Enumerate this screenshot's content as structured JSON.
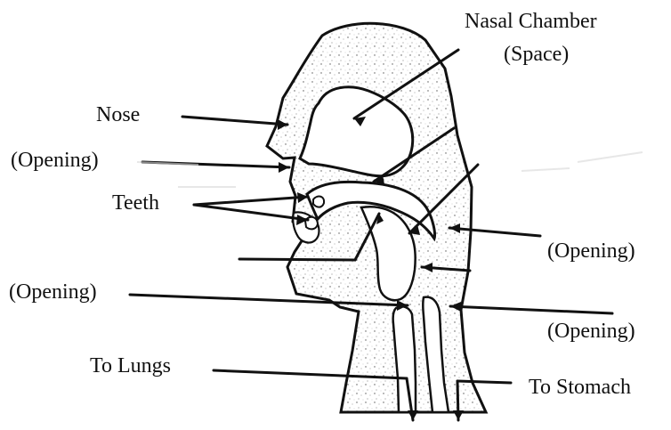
{
  "diagram": {
    "labels": {
      "nasal_chamber_line1": "Nasal Chamber",
      "nasal_chamber_line2": "(Space)",
      "nose": "Nose",
      "opening_left_1": "(Opening)",
      "teeth": "Teeth",
      "opening_right_1": "(Opening)",
      "opening_left_2": "(Opening)",
      "opening_right_2": "(Opening)",
      "to_lungs": "To Lungs",
      "to_stomach": "To Stomach"
    }
  }
}
